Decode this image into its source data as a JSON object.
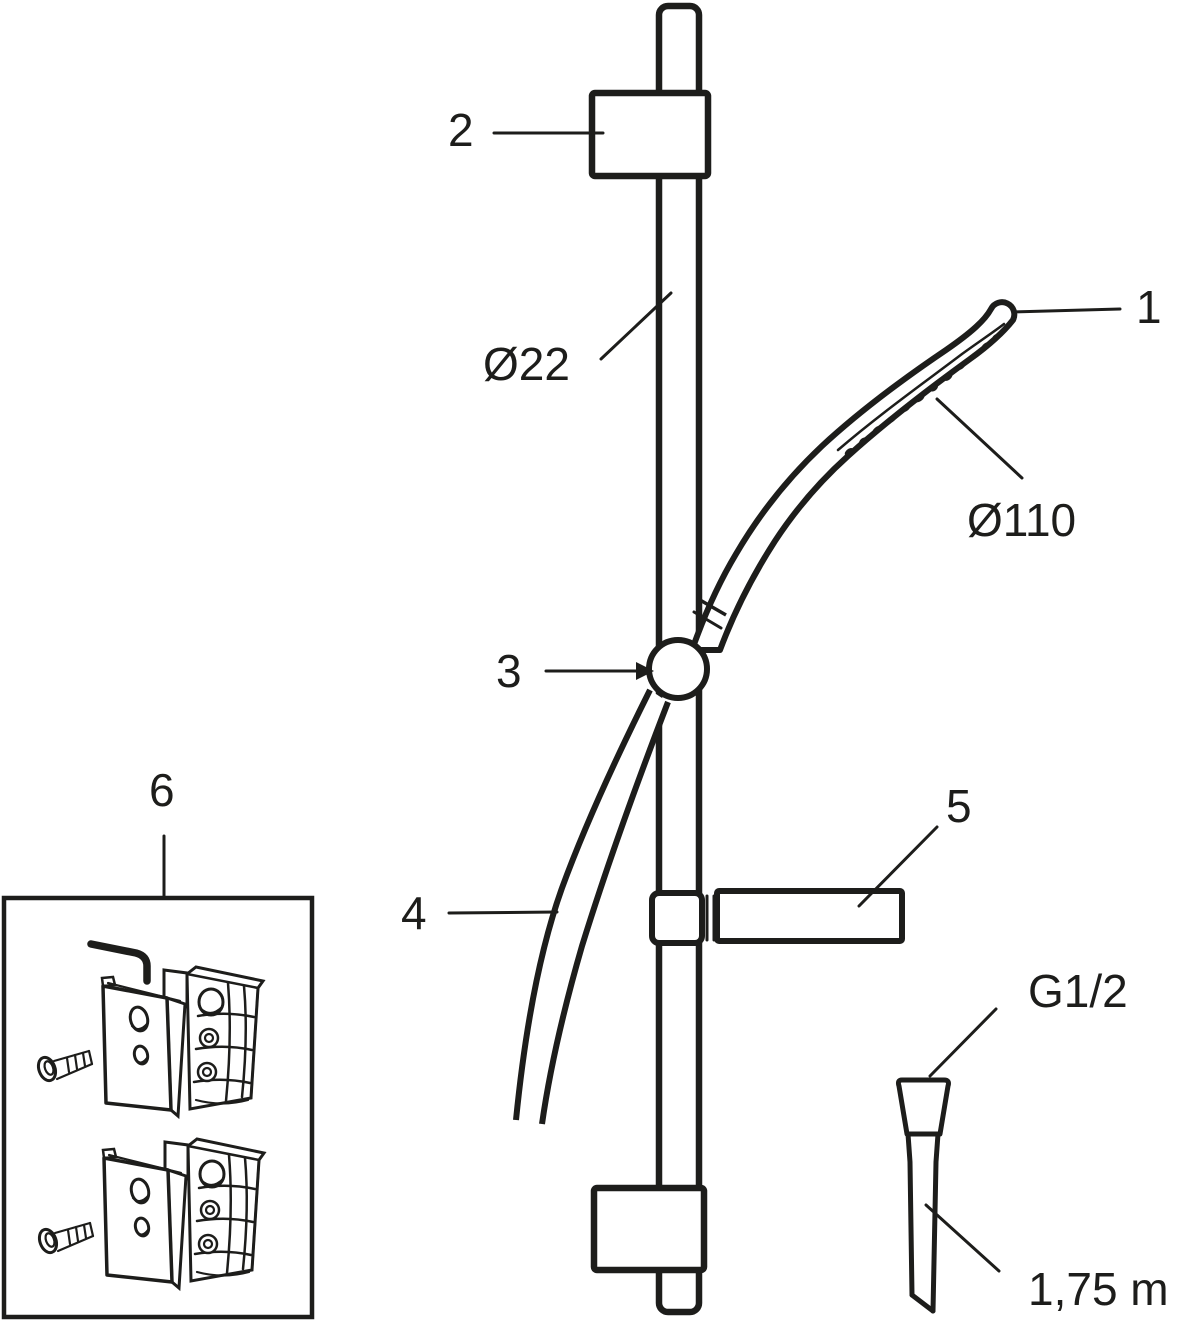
{
  "callouts": {
    "part1": "1",
    "part2": "2",
    "part3": "3",
    "part4": "4",
    "part5": "5",
    "part6": "6"
  },
  "dimensions": {
    "bar_diameter": "Ø22",
    "spray_face_diameter": "Ø110",
    "connection_thread": "G1/2",
    "hose_length": "1,75 m"
  },
  "colors": {
    "ink": "#1d1d1b",
    "paper": "#ffffff"
  }
}
